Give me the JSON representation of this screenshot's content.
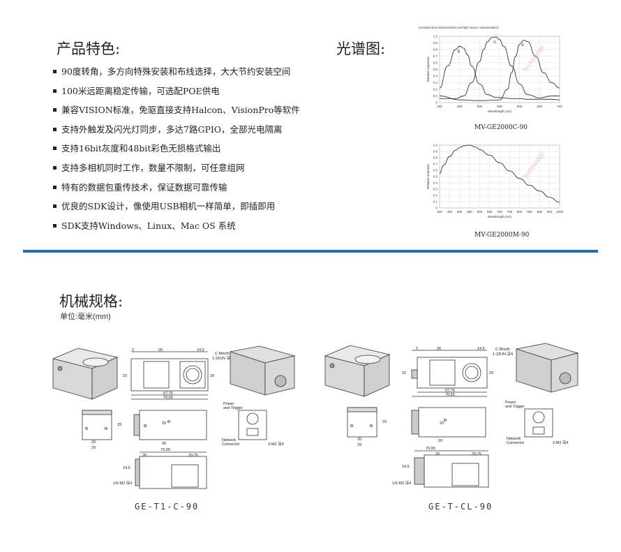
{
  "features": {
    "title": "产品特色:",
    "items": [
      "90度转角，多方向特殊安装和布线选择，大大节约安装空间",
      "100米远距离稳定传输，可选配POE供电",
      "兼容VISION标准，免驱直接支持Halcon、VisionPro等软件",
      "支持外触发及闪光灯同步，多达7路GPIO，全部光电隔离",
      "支持16bit灰度和48bit彩色无损格式输出",
      "支持多相机同时工作，数量不限制，可任意组网",
      "特有的数据包重传技术，保证数据可靠传输",
      "优良的SDK设计，像使用USB相机一样简单，即插即用",
      "SDK支持Windows、Linux、Mac OS 系统"
    ]
  },
  "spectrum": {
    "title": "光谱图:",
    "watermark": "Technology"
  },
  "chart_data": [
    {
      "type": "line",
      "note_top": "(excludes lens characteristics and light source characteristics)",
      "title": "MV-GE2000C-90",
      "xlabel": "Wavelength (nm)",
      "ylabel": "Relative response",
      "xlim": [
        400,
        700
      ],
      "ylim": [
        0,
        1.0
      ],
      "xticks": [
        "400",
        "450",
        "500",
        "550",
        "600",
        "650",
        "700"
      ],
      "yticks": [
        "0",
        "0.1",
        "0.2",
        "0.3",
        "0.4",
        "0.5",
        "0.6",
        "0.7",
        "0.8",
        "0.9",
        "1.0"
      ],
      "grid": true,
      "series": [
        {
          "name": "B",
          "color": "#333333",
          "x": [
            400,
            420,
            440,
            450,
            460,
            470,
            480,
            500,
            520,
            540,
            560,
            580,
            600,
            620,
            650,
            680,
            700
          ],
          "y": [
            0.22,
            0.55,
            0.8,
            0.85,
            0.82,
            0.72,
            0.55,
            0.28,
            0.12,
            0.08,
            0.07,
            0.06,
            0.06,
            0.05,
            0.05,
            0.05,
            0.04
          ]
        },
        {
          "name": "G",
          "color": "#333333",
          "x": [
            400,
            440,
            460,
            480,
            500,
            510,
            520,
            530,
            540,
            550,
            560,
            580,
            600,
            620,
            650,
            680,
            700
          ],
          "y": [
            0.06,
            0.06,
            0.1,
            0.3,
            0.62,
            0.8,
            0.92,
            0.98,
            0.99,
            0.95,
            0.85,
            0.55,
            0.28,
            0.12,
            0.07,
            0.1,
            0.1
          ]
        },
        {
          "name": "R",
          "color": "#333333",
          "x": [
            400,
            450,
            500,
            550,
            570,
            580,
            590,
            600,
            610,
            620,
            640,
            660,
            680,
            700
          ],
          "y": [
            0.1,
            0.04,
            0.03,
            0.04,
            0.2,
            0.45,
            0.7,
            0.88,
            0.94,
            0.92,
            0.7,
            0.45,
            0.3,
            0.22
          ]
        }
      ]
    },
    {
      "type": "line",
      "title": "MV-GE2000M-90",
      "xlabel": "Wavelength (nm)",
      "ylabel": "Relative response",
      "xlim": [
        400,
        1000
      ],
      "ylim": [
        0,
        1.0
      ],
      "xticks": [
        "400",
        "450",
        "500",
        "550",
        "600",
        "650",
        "700",
        "750",
        "800",
        "850",
        "900",
        "950",
        "1000"
      ],
      "yticks": [
        "0",
        "0.1",
        "0.2",
        "0.3",
        "0.4",
        "0.5",
        "0.6",
        "0.7",
        "0.8",
        "0.9",
        "1.0"
      ],
      "grid": true,
      "series": [
        {
          "name": "",
          "color": "#333333",
          "x": [
            400,
            420,
            450,
            480,
            500,
            520,
            550,
            580,
            600,
            650,
            700,
            750,
            800,
            850,
            900,
            950,
            1000
          ],
          "y": [
            0.55,
            0.68,
            0.82,
            0.92,
            0.96,
            0.99,
            1.0,
            0.97,
            0.93,
            0.84,
            0.72,
            0.59,
            0.47,
            0.36,
            0.27,
            0.17,
            0.09
          ]
        }
      ]
    }
  ],
  "mechanical": {
    "title": "机械规格:",
    "unit": "单位:毫米(mm)",
    "left_caption": "GE-T1-C-90",
    "right_caption": "GE-T-CL-90",
    "labels": {
      "c_mouth": "C Mouth",
      "c_mouth_thread": "1-32UN 深4",
      "power": "Power",
      "trigger": "and Trigger",
      "network": "Network",
      "connector": "Connector",
      "m2_left": "2-M2 深4",
      "m3_bottom": "1/5-M3 深4"
    },
    "dims_left": {
      "d2": "2",
      "d26": "26",
      "d145": "14,5",
      "d22": "22",
      "d29": "29",
      "d6775": "67,75",
      "d7065": "70,65",
      "d20": "20",
      "d26b": "26",
      "d7995": "79,95",
      "d2975": "29,75",
      "d145b": "14,5"
    },
    "dims_right": {
      "d2": "2",
      "d26": "26",
      "d145": "14,5",
      "d22": "22",
      "d29": "29",
      "d6775": "67,75",
      "d7065": "70,65",
      "d20": "20",
      "d26b": "26",
      "d7995": "79,95",
      "d2975": "29,75",
      "d145b": "14,5"
    }
  }
}
